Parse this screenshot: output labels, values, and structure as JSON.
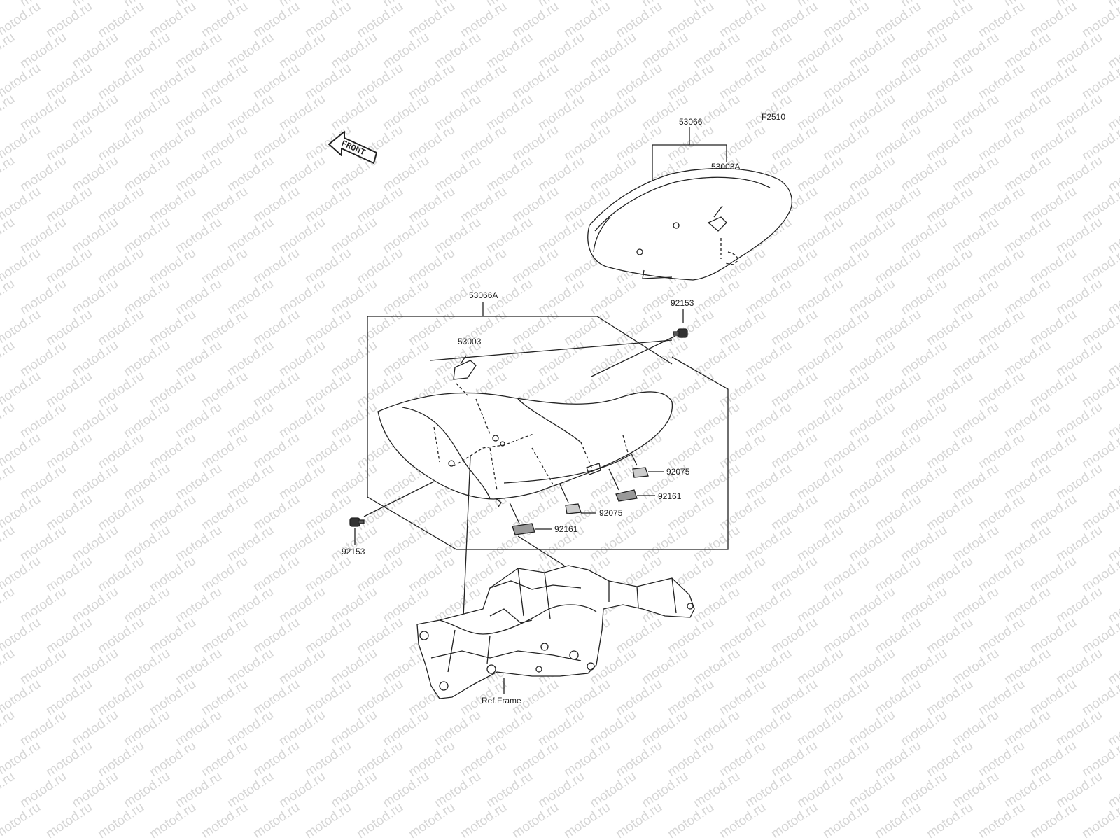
{
  "watermark": "motod.ru",
  "figure_code": "F2510",
  "front_arrow": "FRONT",
  "parts": {
    "rear_seat": "53066",
    "rear_seat_cover": "53003A",
    "front_seat": "53066A",
    "front_seat_cover": "53003",
    "bolt_right": "92153",
    "bolt_left": "92153",
    "damper_right": "92075",
    "damper_center": "92075",
    "grommet_right": "92161",
    "grommet_center": "92161",
    "frame_ref": "Ref.Frame"
  },
  "colors": {
    "line": "#222222",
    "watermark": "#d6d6d6",
    "background": "#ffffff"
  }
}
